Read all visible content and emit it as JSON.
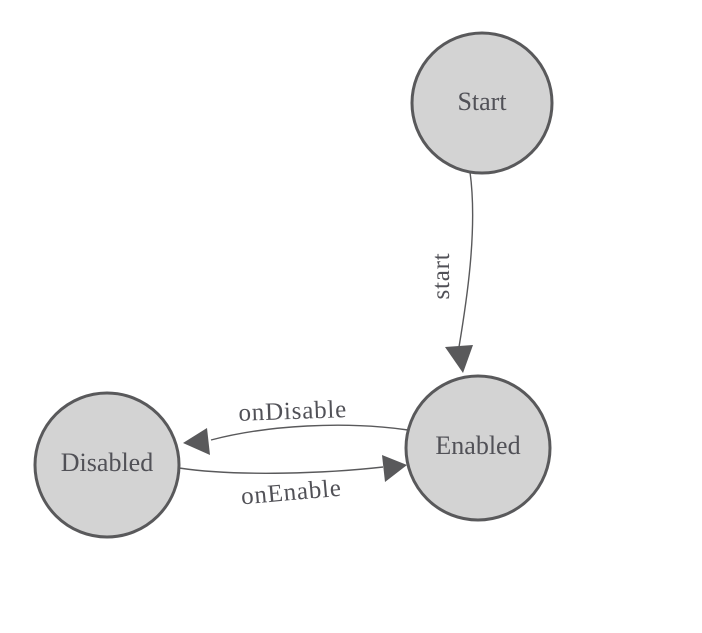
{
  "diagram": {
    "type": "state-machine",
    "nodes": [
      {
        "id": "start",
        "label": "Start"
      },
      {
        "id": "enabled",
        "label": "Enabled"
      },
      {
        "id": "disabled",
        "label": "Disabled"
      }
    ],
    "edges": [
      {
        "from": "Start",
        "to": "Enabled",
        "label": "start"
      },
      {
        "from": "Enabled",
        "to": "Disabled",
        "label": "onDisable"
      },
      {
        "from": "Disabled",
        "to": "Enabled",
        "label": "onEnable"
      }
    ]
  },
  "colors": {
    "background": "#ffffff",
    "node_fill": "#d3d3d3",
    "node_border": "#59595b",
    "edge_line": "#59595b",
    "arrow_fill": "#59595b",
    "label_text": "#515157"
  }
}
